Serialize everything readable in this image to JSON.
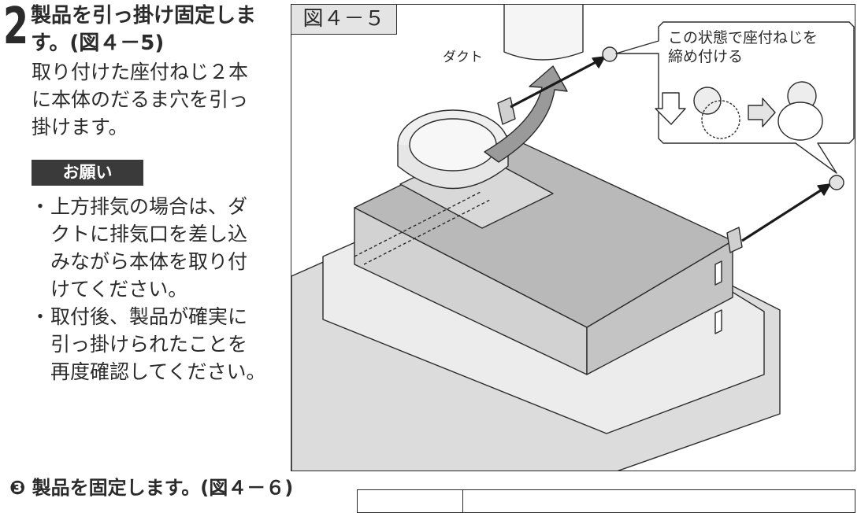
{
  "step": {
    "number": "2",
    "title_lines": [
      "製品を引っ掛け固定しま",
      "す。(図４－5)"
    ],
    "body_lines": [
      "取り付けた座付ねじ２本",
      "に本体のだるま穴を引っ",
      "掛けます。"
    ]
  },
  "notice": {
    "badge": "お願い",
    "items": [
      {
        "bullet": "・",
        "lines": [
          "上方排気の場合は、ダ",
          "クトに排気口を差し込",
          "みながら本体を取り付",
          "けてください。"
        ]
      },
      {
        "bullet": "・",
        "lines": [
          "取付後、製品が確実に",
          "引っ掛けられたことを",
          "再度確認してください。"
        ]
      }
    ]
  },
  "figure": {
    "label": "図４－５",
    "duct_label": "ダクト",
    "callout_lines": [
      "この状態で座付ねじを",
      "締め付ける"
    ]
  },
  "next_step": {
    "text": "❸ 製品を固定します。(図４－６)"
  }
}
